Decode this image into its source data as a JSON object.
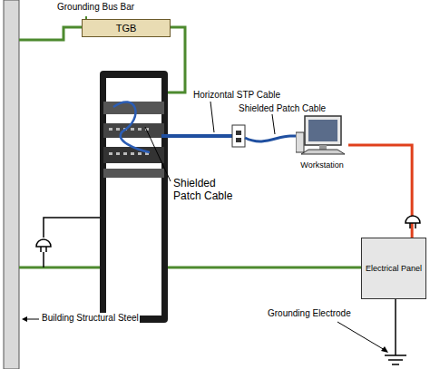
{
  "diagram": {
    "nodes": [
      {
        "text": [
          "Grounding Bus Bar",
          "TGB"
        ]
      },
      {
        "text": [
          "Workstation"
        ]
      },
      {
        "text": [
          "Electrical Panel"
        ]
      }
    ],
    "edges": [
      {
        "from": 1,
        "to": 2,
        "arrow": "none"
      }
    ],
    "labels": [
      "Horizontal STP Cable",
      "Shielded Patch Cable",
      "Shielded Patch Cable",
      "Building Structural Steel",
      "Grounding Electrode"
    ]
  }
}
